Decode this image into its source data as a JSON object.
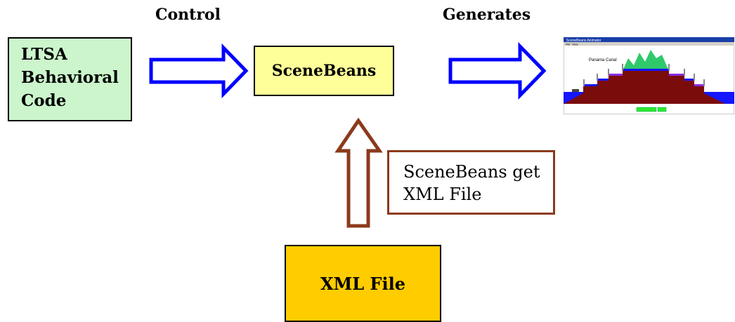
{
  "labels": {
    "control": "Control",
    "generates": "Generates"
  },
  "nodes": {
    "ltsa": [
      "LTSA",
      "Behavioral",
      "Code"
    ],
    "scenebeans": "SceneBeans",
    "xml_file": "XML File",
    "note": [
      "SceneBeans get",
      "XML File"
    ]
  },
  "screenshot": {
    "window_title": "SceneBeans Animator",
    "menu": [
      "File",
      "View"
    ],
    "scene_title": "Panama Canal"
  },
  "colors": {
    "ltsa_fill": "#ccf5cc",
    "scenebeans_fill": "#ffff99",
    "xml_fill": "#ffcc00",
    "blue_arrow": "#0000ff",
    "brown_arrow": "#8b3a1c"
  }
}
